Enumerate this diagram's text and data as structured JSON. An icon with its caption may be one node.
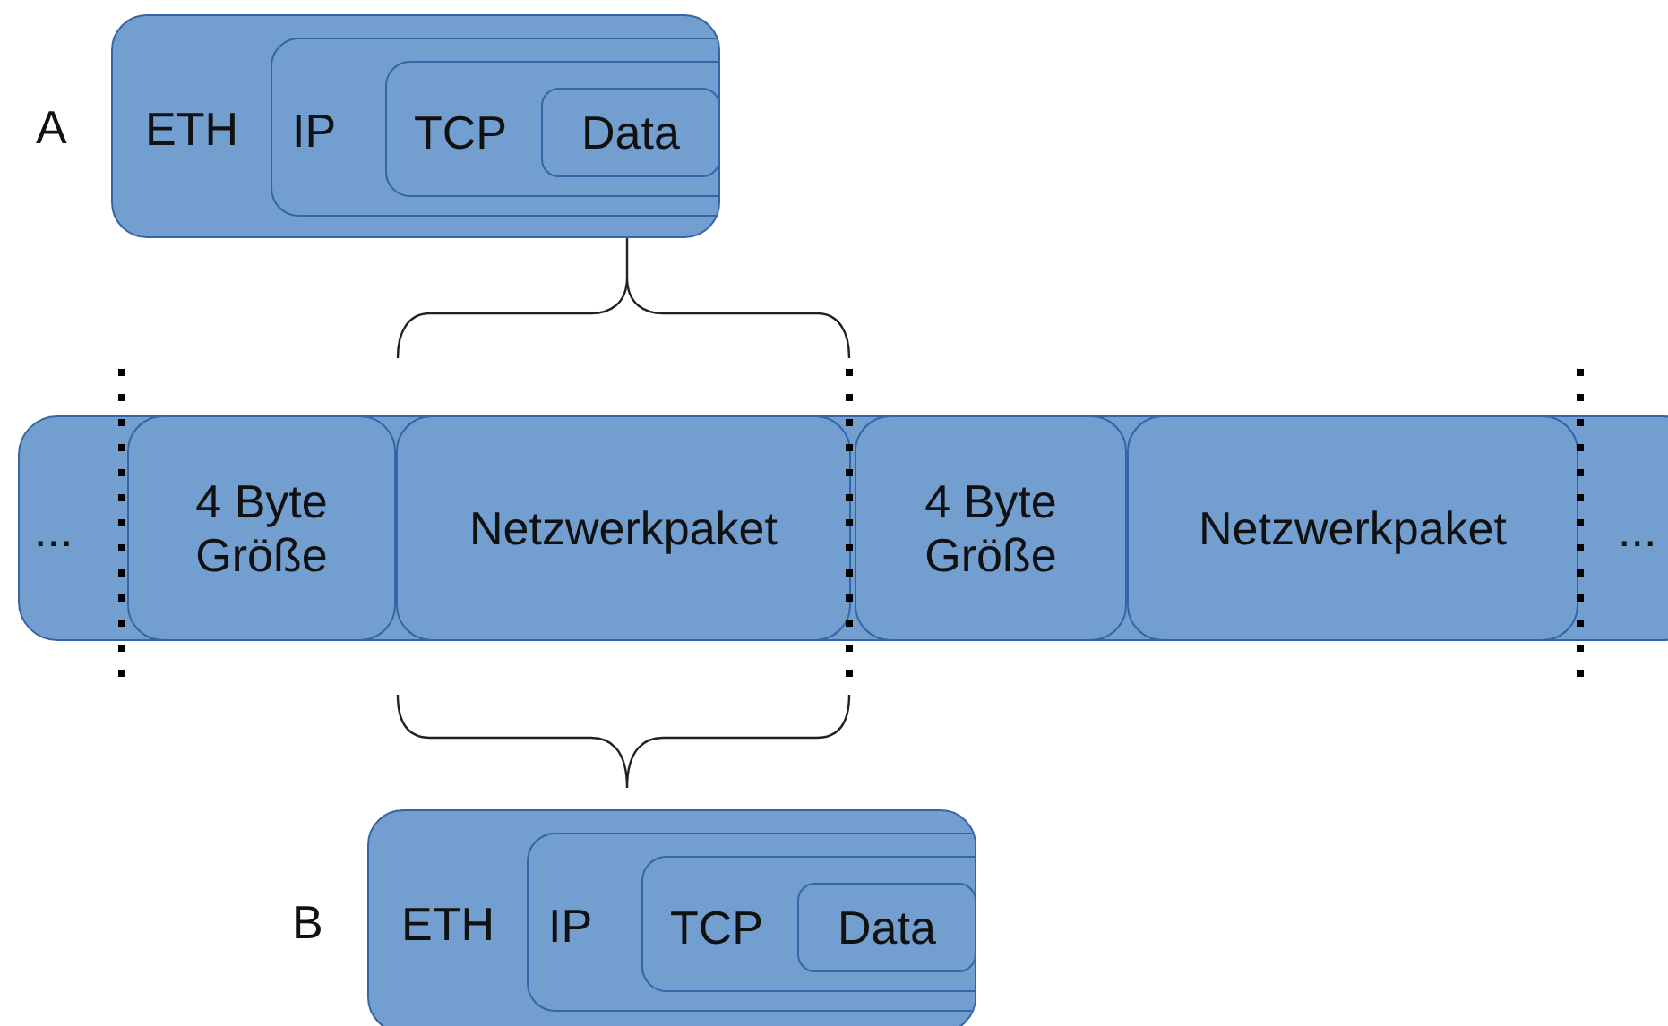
{
  "diagram": {
    "nodes": [
      {
        "text": [
          "ETH"
        ],
        "beside": [
          "A"
        ]
      },
      {
        "text": [
          "IP"
        ],
        "in": 0
      },
      {
        "text": [
          "TCP"
        ],
        "in": 1
      },
      {
        "text": [
          "Data"
        ],
        "in": 2
      },
      {
        "text": [
          "...",
          "..."
        ]
      },
      {
        "text": [
          "4 Byte Größe"
        ],
        "in": 4
      },
      {
        "text": [
          "Netzwerkpaket"
        ],
        "in": 4
      },
      {
        "text": [
          "4 Byte Größe"
        ],
        "in": 4
      },
      {
        "text": [
          "Netzwerkpaket"
        ],
        "in": 4
      },
      {
        "text": [
          "ETH"
        ],
        "beside": [
          "B"
        ]
      },
      {
        "text": [
          "IP"
        ],
        "in": 9
      },
      {
        "text": [
          "TCP"
        ],
        "in": 10
      },
      {
        "text": [
          "Data"
        ],
        "in": 11
      }
    ]
  }
}
